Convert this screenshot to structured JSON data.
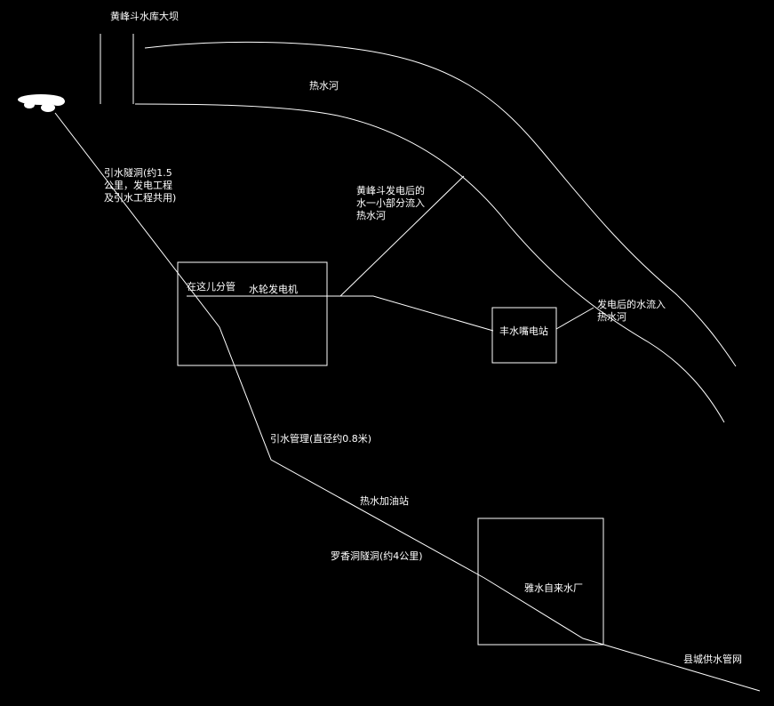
{
  "labels": {
    "dam": "黄峰斗水库大坝",
    "river": "热水河",
    "tunnel_line1": "引水隧洞(约1.5",
    "tunnel_line2": "公里，发电工程",
    "tunnel_line3": "及引水工程共用)",
    "after_gen_line1": "黄峰斗发电后的",
    "after_gen_line2": "水一小部分流入",
    "after_gen_line3": "热水河",
    "split_here": "在这儿分管",
    "turbine": "水轮发电机",
    "station": "丰水嘴电站",
    "station_out_line1": "发电后的水流入",
    "station_out_line2": "热水河",
    "pipe": "引水管理(直径约0.8米)",
    "gas_station": "热水加油站",
    "luoxiang_tunnel": "罗香洞隧洞(约4公里)",
    "waterworks": "雅水自来水厂",
    "county_network": "县城供水管网"
  },
  "colors": {
    "background": "#000000",
    "line": "#ffffff"
  }
}
